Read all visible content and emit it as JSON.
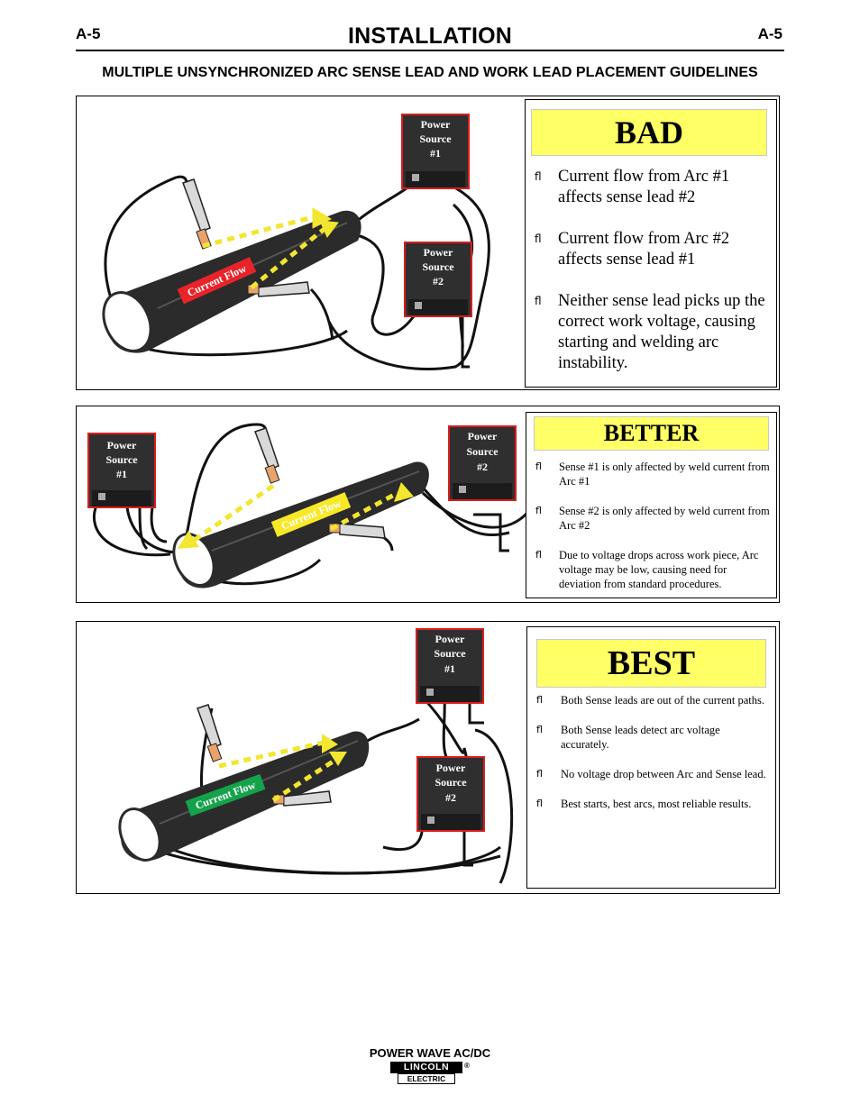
{
  "header": {
    "page_left": "A-5",
    "page_right": "A-5",
    "title": "INSTALLATION",
    "subtitle": "MULTIPLE  UNSYNCHRONIZED ARC  SENSE LEAD AND WORK LEAD PLACEMENT GUIDELINES"
  },
  "panels": [
    {
      "rating": "BAD",
      "arrow_label": "Current Flow",
      "arrow_label_color": "#e8232a",
      "sources": [
        {
          "line1": "Power",
          "line2": "Source",
          "line3": "#1"
        },
        {
          "line1": "Power",
          "line2": "Source",
          "line3": "#2"
        }
      ],
      "bullets": [
        {
          "mark": "ﬂ",
          "text": "Current flow from Arc #1 affects sense lead #2"
        },
        {
          "mark": "ﬂ",
          "text": "Current flow from Arc #2 affects sense lead #1"
        },
        {
          "mark": "ﬂ",
          "text": "Neither sense lead picks up the correct work voltage, causing starting and welding arc instability."
        }
      ]
    },
    {
      "rating": "BETTER",
      "arrow_label": "Current Flow",
      "arrow_label_color": "#f7e92a",
      "sources": [
        {
          "line1": "Power",
          "line2": "Source",
          "line3": "#1"
        },
        {
          "line1": "Power",
          "line2": "Source",
          "line3": "#2"
        }
      ],
      "bullets": [
        {
          "mark": "ﬂ",
          "text": "Sense #1 is only affected by weld current from Arc #1"
        },
        {
          "mark": "ﬂ",
          "text": "Sense #2 is only affected by weld current from Arc #2"
        },
        {
          "mark": "ﬂ",
          "text": "Due to voltage drops across work piece, Arc voltage may be low, causing need for deviation from standard procedures."
        }
      ]
    },
    {
      "rating": "BEST",
      "arrow_label": "Current Flow",
      "arrow_label_color": "#14a24a",
      "sources": [
        {
          "line1": "Power",
          "line2": "Source",
          "line3": "#1"
        },
        {
          "line1": "Power",
          "line2": "Source",
          "line3": "#2"
        }
      ],
      "bullets": [
        {
          "mark": "ﬂ",
          "text": "Both Sense leads are out of the current paths."
        },
        {
          "mark": "ﬂ",
          "text": "Both Sense leads detect arc voltage accurately."
        },
        {
          "mark": "ﬂ",
          "text": "No voltage drop between Arc and Sense lead."
        },
        {
          "mark": "ﬂ",
          "text": "Best starts, best arcs, most reliable results."
        }
      ]
    }
  ],
  "footer": {
    "model": "POWER WAVE AC/DC",
    "logo_top": "LINCOLN",
    "logo_bottom": "ELECTRIC",
    "logo_mark": "®"
  },
  "colors": {
    "banner_yellow": "#ffff66",
    "arrow_yellow": "#f2e630",
    "pipe_dark": "#2b2b2b",
    "source_red": "#d81e1e"
  }
}
